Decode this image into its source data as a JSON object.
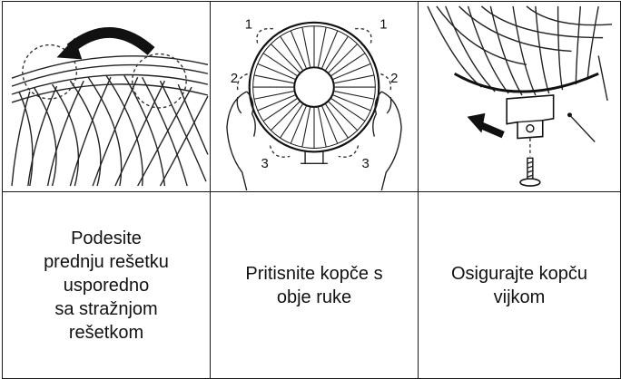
{
  "steps": [
    {
      "illustration": "grille-alignment",
      "text_lines": [
        "Podesite",
        "prednju rešetku",
        "usporedno",
        "sa stražnjom",
        "rešetkom"
      ]
    },
    {
      "illustration": "press-clips",
      "callouts": [
        "1",
        "1",
        "2",
        "2",
        "3",
        "3"
      ],
      "text_lines": [
        "Pritisnite kopče s",
        "obje ruke"
      ]
    },
    {
      "illustration": "screw-clip",
      "text_lines": [
        "Osigurajte kopču",
        "vijkom"
      ]
    }
  ]
}
